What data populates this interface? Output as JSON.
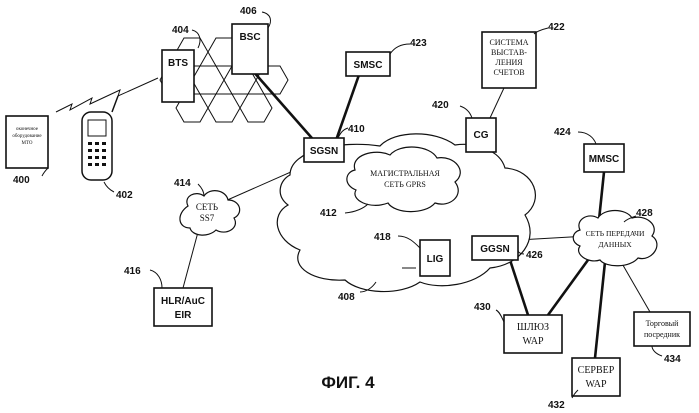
{
  "nodes": {
    "bts": "BTS",
    "bsc": "BSC",
    "smsc": "SMSC",
    "sgsn": "SGSN",
    "cg": "CG",
    "billing": [
      "СИСТЕМА",
      "ВЫСТАВ-",
      "ЛЕНИЯ",
      "СЧЕТОВ"
    ],
    "mmsc": "MMSC",
    "hlr": [
      "HLR/AuC",
      "EIR"
    ],
    "lig": "LIG",
    "ggsn": "GGSN",
    "wap_gw": [
      "ШЛЮЗ",
      "WAP"
    ],
    "wap_server": [
      "СЕРВЕР",
      "WAP"
    ],
    "merchant": [
      "Торговый",
      "посредник"
    ],
    "terminal": [
      "оконечное",
      "оборудование",
      "MTO"
    ]
  },
  "clouds": {
    "ss7": [
      "СЕТЬ",
      "SS7"
    ],
    "gprs": [
      "МАГИСТРАЛЬНАЯ",
      "СЕТЬ GPRS"
    ],
    "data": [
      "СЕТЬ ПЕРЕДАЧИ",
      "ДАННЫХ"
    ]
  },
  "refs": {
    "r400": "400",
    "r402": "402",
    "r404": "404",
    "r406": "406",
    "r408": "408",
    "r410": "410",
    "r412": "412",
    "r414": "414",
    "r416": "416",
    "r418": "418",
    "r420": "420",
    "r422": "422",
    "r423": "423",
    "r424": "424",
    "r426": "426",
    "r428": "428",
    "r430": "430",
    "r432": "432",
    "r434": "434"
  },
  "caption": "ФИГ. 4"
}
